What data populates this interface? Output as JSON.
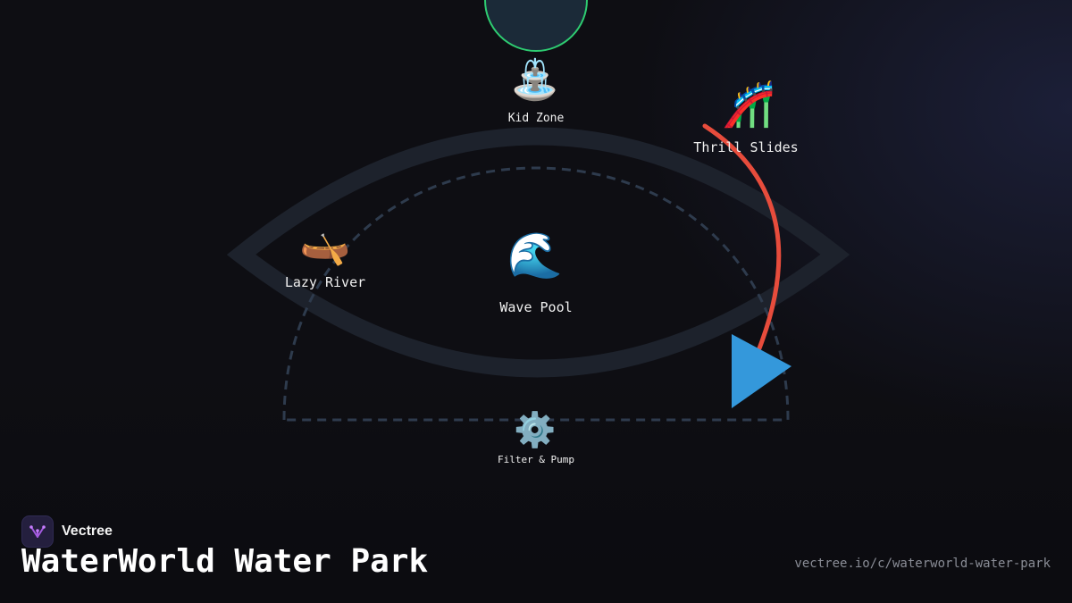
{
  "diagram": {
    "nodes": [
      {
        "id": "kid-zone",
        "label": "Kid Zone",
        "icon": "fountain-icon",
        "glyph": "⛲"
      },
      {
        "id": "thrill-slides",
        "label": "Thrill Slides",
        "icon": "roller-coaster-icon",
        "glyph": "🎢"
      },
      {
        "id": "lazy-river",
        "label": "Lazy River",
        "icon": "canoe-icon",
        "glyph": "🛶"
      },
      {
        "id": "wave-pool",
        "label": "Wave Pool",
        "icon": "wave-icon",
        "glyph": "🌊"
      },
      {
        "id": "filter-pump",
        "label": "Filter & Pump",
        "icon": "gear-icon",
        "glyph": "⚙️"
      }
    ],
    "colors": {
      "circle_stroke": "#2ecc71",
      "circle_fill": "#1b2a38",
      "lens_stroke": "#1d222c",
      "dashed_path": "#2e3b4d",
      "flow_arrow": "#e74c3c",
      "play_triangle": "#3498db"
    }
  },
  "footer": {
    "brand": "Vectree",
    "brand_icon": "vectree-logo-icon",
    "title": "WaterWorld Water Park",
    "url": "vectree.io/c/waterworld-water-park"
  }
}
